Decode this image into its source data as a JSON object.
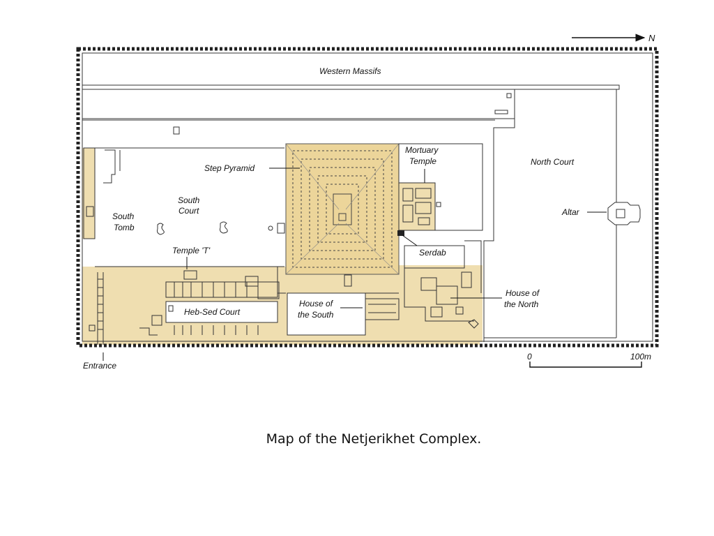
{
  "map": {
    "north_label": "N",
    "labels": {
      "western_massifs": "Western Massifs",
      "step_pyramid": "Step Pyramid",
      "mortuary_temple_1": "Mortuary",
      "mortuary_temple_2": "Temple",
      "north_court": "North Court",
      "south_court_1": "South",
      "south_court_2": "Court",
      "south_tomb_1": "South",
      "south_tomb_2": "Tomb",
      "altar": "Altar",
      "serdab": "Serdab",
      "temple_t": "Temple 'T'",
      "house_north_1": "House of",
      "house_north_2": "the North",
      "house_south_1": "House of",
      "house_south_2": "the South",
      "heb_sed_court": "Heb-Sed Court",
      "entrance": "Entrance"
    },
    "scale": {
      "start": "0",
      "end": "100m"
    },
    "colors": {
      "stone": "#efdeb0",
      "pyramid": "#ecd59a",
      "wall": "#222222"
    }
  },
  "caption": "Map of the Netjerikhet Complex."
}
